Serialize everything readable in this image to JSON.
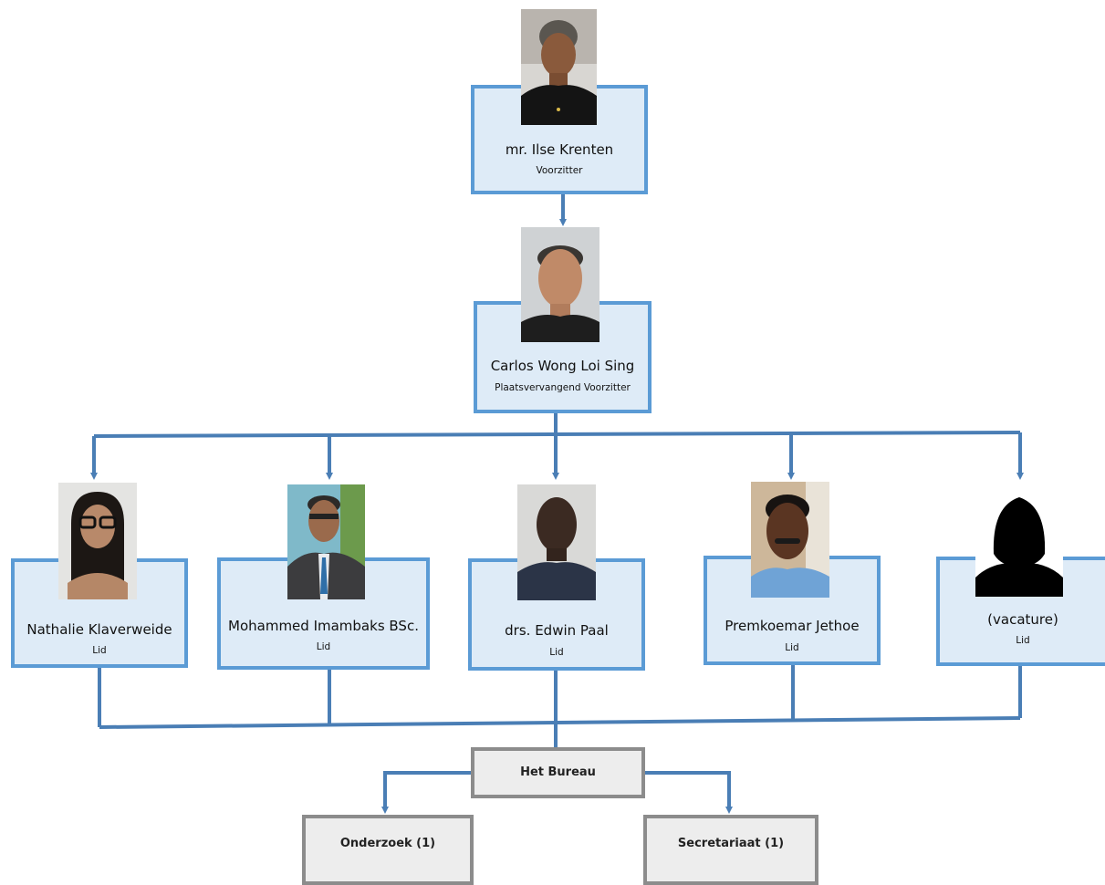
{
  "colors": {
    "connector": "#4a7eb5",
    "member_box_fill": "#deebf7",
    "member_box_border": "#5b9bd5",
    "office_box_fill": "#ededed",
    "office_box_border": "#8c8c8c"
  },
  "chair": {
    "name": "mr. Ilse Krenten",
    "role": "Voorzitter",
    "photo": "photo-portrait"
  },
  "vice_chair": {
    "name": "Carlos Wong Loi Sing",
    "role": "Plaatsvervangend Voorzitter",
    "photo": "photo-portrait"
  },
  "members": [
    {
      "name": "Nathalie Klaverweide",
      "role": "Lid",
      "photo": "photo-portrait"
    },
    {
      "name": "Mohammed Imambaks BSc.",
      "role": "Lid",
      "photo": "photo-portrait"
    },
    {
      "name": "drs. Edwin Paal",
      "role": "Lid",
      "photo": "photo-portrait"
    },
    {
      "name": "Premkoemar Jethoe",
      "role": "Lid",
      "photo": "photo-portrait"
    },
    {
      "name": "(vacature)",
      "role": "Lid",
      "photo": "silhouette-icon"
    }
  ],
  "bureau": {
    "label": "Het Bureau"
  },
  "departments": [
    {
      "label": "Onderzoek (1)"
    },
    {
      "label": "Secretariaat (1)"
    }
  ]
}
